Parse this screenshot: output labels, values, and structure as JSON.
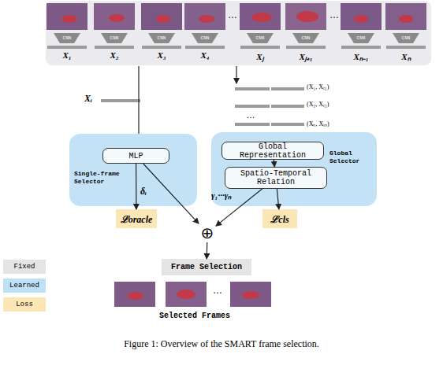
{
  "diagram": {
    "caption": "Figure 1: Overview of the SMART frame selection.",
    "nodes": [
      {
        "text": [
          "CNN"
        ]
      },
      {
        "text": [
          "CNN"
        ]
      },
      {
        "text": [
          "CNN"
        ]
      },
      {
        "text": [
          "CNN"
        ]
      },
      {
        "text": [
          "CNN"
        ]
      },
      {
        "text": [
          "CNN"
        ]
      },
      {
        "text": [
          "CNN"
        ]
      },
      {
        "text": [
          "CNN"
        ]
      },
      {
        "text": [
          "Single-frame Selector"
        ]
      },
      {
        "text": [
          "MLP"
        ],
        "in": 8
      },
      {
        "text": [
          "Global Selector"
        ]
      },
      {
        "text": [
          "Global Representation"
        ],
        "in": 10
      },
      {
        "text": [
          "Spatio-Temporal Relation"
        ],
        "in": 10
      },
      {
        "text": [
          "ℒoracle"
        ]
      },
      {
        "text": [
          "ℒcls"
        ]
      },
      {
        "text": [
          "⊕"
        ]
      },
      {
        "text": [
          "Frame Selection"
        ]
      }
    ],
    "edges": [
      {
        "from": 9,
        "to": 13,
        "arrow": "to"
      },
      {
        "from": 9,
        "to": 15,
        "arrow": "to"
      },
      {
        "from": 11,
        "to": 12,
        "arrow": "to"
      },
      {
        "from": 12,
        "to": 14,
        "arrow": "to"
      },
      {
        "from": 12,
        "to": 15,
        "arrow": "to"
      },
      {
        "from": 15,
        "to": 16,
        "arrow": "to"
      }
    ],
    "labels": [
      "X₁",
      "X₂",
      "X₃",
      "X₄",
      "…",
      "Xⱼ",
      "Xⱼ₊₁",
      "…",
      "Xₙ₋₁",
      "Xₙ",
      "Xᵢ",
      "(X₁, Xᵣ₁)",
      "(X₂, Xᵣ₂)",
      "…",
      "(Xₙ, Xᵣₙ)",
      "δᵢ",
      "γ₁···γₙ",
      "Selected Frames",
      "…"
    ],
    "legend": [
      {
        "text": "Fixed",
        "color": "#e4e4e4"
      },
      {
        "text": "Learned",
        "color": "#bfe1f6"
      },
      {
        "text": "Loss",
        "color": "#fbe6b6"
      }
    ]
  }
}
